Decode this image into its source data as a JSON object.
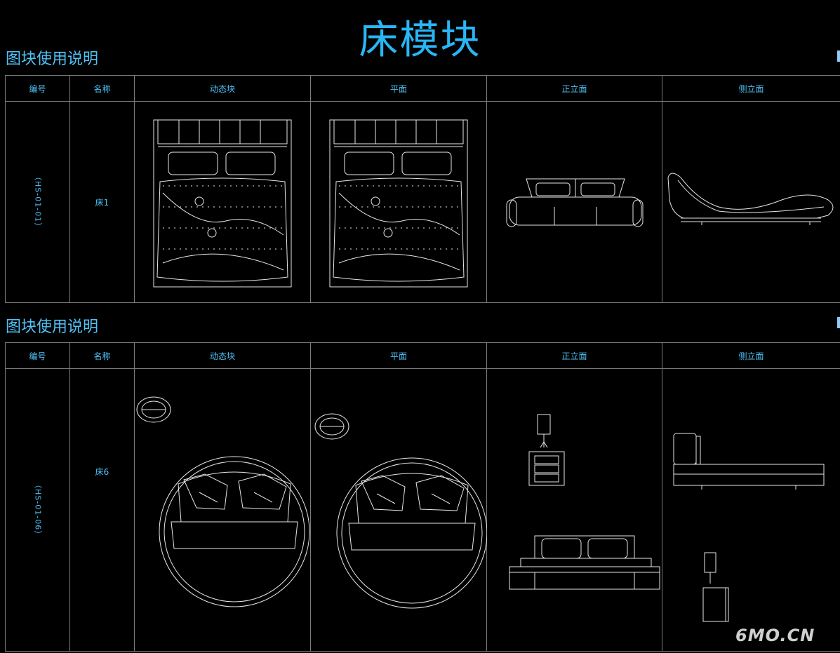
{
  "page_title": "床模块",
  "watermark": "6MO.CN",
  "sections": [
    {
      "heading": "图块使用说明",
      "headers": [
        "编号",
        "名称",
        "动态块",
        "平面",
        "正立面",
        "侧立面"
      ],
      "row": {
        "code": "（HS-01-01）",
        "name": "床1"
      }
    },
    {
      "heading": "图块使用说明",
      "headers": [
        "编号",
        "名称",
        "动态块",
        "平面",
        "正立面",
        "侧立面"
      ],
      "row": {
        "code": "（HS-01-06）",
        "name": "床6"
      }
    }
  ]
}
